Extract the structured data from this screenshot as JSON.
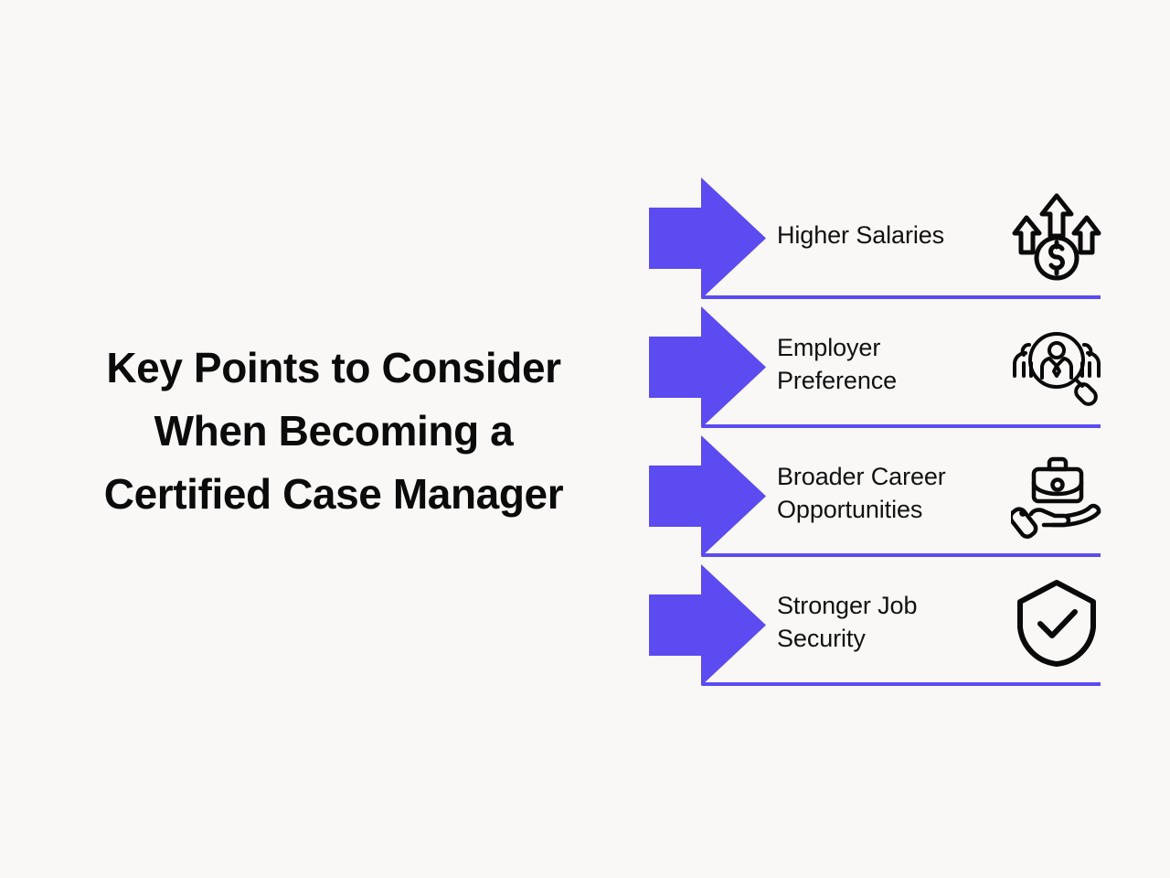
{
  "page": {
    "background_color": "#F9F8F6",
    "accent_color": "#5B4BF0",
    "text_color": "#0B0B0B"
  },
  "title": {
    "text": "Key Points to Consider\nWhen Becoming a\nCertified Case Manager"
  },
  "points": [
    {
      "label": "Higher Salaries",
      "icon": "money-growth-icon",
      "arrow": "right-arrow-icon",
      "rule": "row-divider"
    },
    {
      "label": "Employer\nPreference",
      "icon": "candidate-search-icon",
      "arrow": "right-arrow-icon",
      "rule": "row-divider"
    },
    {
      "label": "Broader Career\nOpportunities",
      "icon": "hand-briefcase-icon",
      "arrow": "right-arrow-icon",
      "rule": "row-divider"
    },
    {
      "label": "Stronger Job\nSecurity",
      "icon": "shield-check-icon",
      "arrow": "right-arrow-icon",
      "rule": "row-divider"
    }
  ]
}
